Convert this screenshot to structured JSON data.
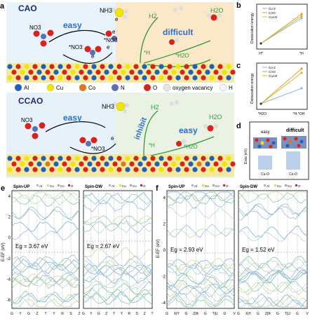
{
  "panel_labels": {
    "a": "a",
    "b": "b",
    "c": "c",
    "d": "d",
    "e": "e",
    "f": "f"
  },
  "panel_a": {
    "top_title": "CAO",
    "bottom_title": "CCAO",
    "top": {
      "easy": "easy",
      "difficult": "difficult",
      "nh3": "NH3",
      "no3": "NO3",
      "no3_ads1": "*NO3",
      "no3_ads2": "*NO3",
      "e1": "e",
      "e2": "e",
      "e3": "e",
      "e4": "e",
      "h_ads": "*H",
      "h2o_ads": "*H2O",
      "h2": "H2",
      "h2o": "H2O"
    },
    "bottom": {
      "easy1": "easy",
      "inhibit": "inhibit",
      "easy2": "easy",
      "nh3": "NH3",
      "no3": "NO3",
      "no3_ads": "*NO3",
      "e1": "e",
      "h_ads": "*H",
      "h2o_ads": "*H2O",
      "h2": "H2",
      "h2o": "H2O"
    },
    "legend": [
      "Al",
      "Cu",
      "Co",
      "N",
      "O",
      "oxygen vacancy",
      "H"
    ],
    "legend_colors": [
      "#1f5fbf",
      "#f2e600",
      "#e5761a",
      "#5a6fb5",
      "#d9221a",
      "#e6e6e6",
      "#f5f5f5"
    ]
  },
  "panel_b": {
    "ylabel": "Dissociation energy",
    "xticks": [
      "H*",
      "*H"
    ],
    "legend": [
      "Co-2",
      "CAO",
      "CoAO"
    ]
  },
  "panel_c": {
    "ylabel": "Dissociation energy",
    "xticks": [
      "*H2O",
      "*H.*OH"
    ],
    "legend": [
      "Co-2",
      "CAO",
      "CoAO"
    ]
  },
  "panel_d": {
    "easy": "easy",
    "difficult": "difficult",
    "ylabel": "Evac (eV)",
    "left": "Cu-O",
    "right": "Co-O"
  },
  "panel_e": {
    "ylabel": "E-EF (eV)",
    "yticks": [
      "4",
      "2",
      "0",
      "-2",
      "-4",
      "-6"
    ],
    "left": {
      "title": "Spin-UP",
      "eg": "Eg = 3.67 eV",
      "legend": [
        "Al",
        "Cu",
        "Co",
        "O"
      ],
      "xticks": [
        "G",
        "Y",
        "G",
        "Z",
        "T",
        "Y",
        "R",
        "S",
        "Z"
      ]
    },
    "right": {
      "title": "Spin-DW",
      "eg": "Eg = 2.67 eV",
      "legend": [
        "Al",
        "Cu",
        "Co",
        "O"
      ],
      "xticks": [
        "G",
        "Y",
        "G",
        "Z",
        "T",
        "Y",
        "R",
        "S",
        "Z",
        "T"
      ]
    }
  },
  "panel_f": {
    "ylabel": "E-EF (eV)",
    "yticks": [
      "4",
      "2",
      "0",
      "-2",
      "-4"
    ],
    "left": {
      "title": "Spin-UP",
      "eg": "Eg = 2.93 eV",
      "legend": [
        "Al",
        "Cu",
        "Co",
        "O"
      ],
      "xticks": [
        "G",
        "X|Y",
        "G",
        "Z|R",
        "G",
        "T|U",
        "G",
        "V"
      ]
    },
    "right": {
      "title": "Spin-DW",
      "eg": "Eg = 1.52 eV",
      "legend": [
        "Al",
        "Cu",
        "Co",
        "O"
      ],
      "xticks": [
        "G",
        "X|Y",
        "G",
        "Z|R",
        "G",
        "T|U",
        "G",
        "V"
      ]
    }
  }
}
